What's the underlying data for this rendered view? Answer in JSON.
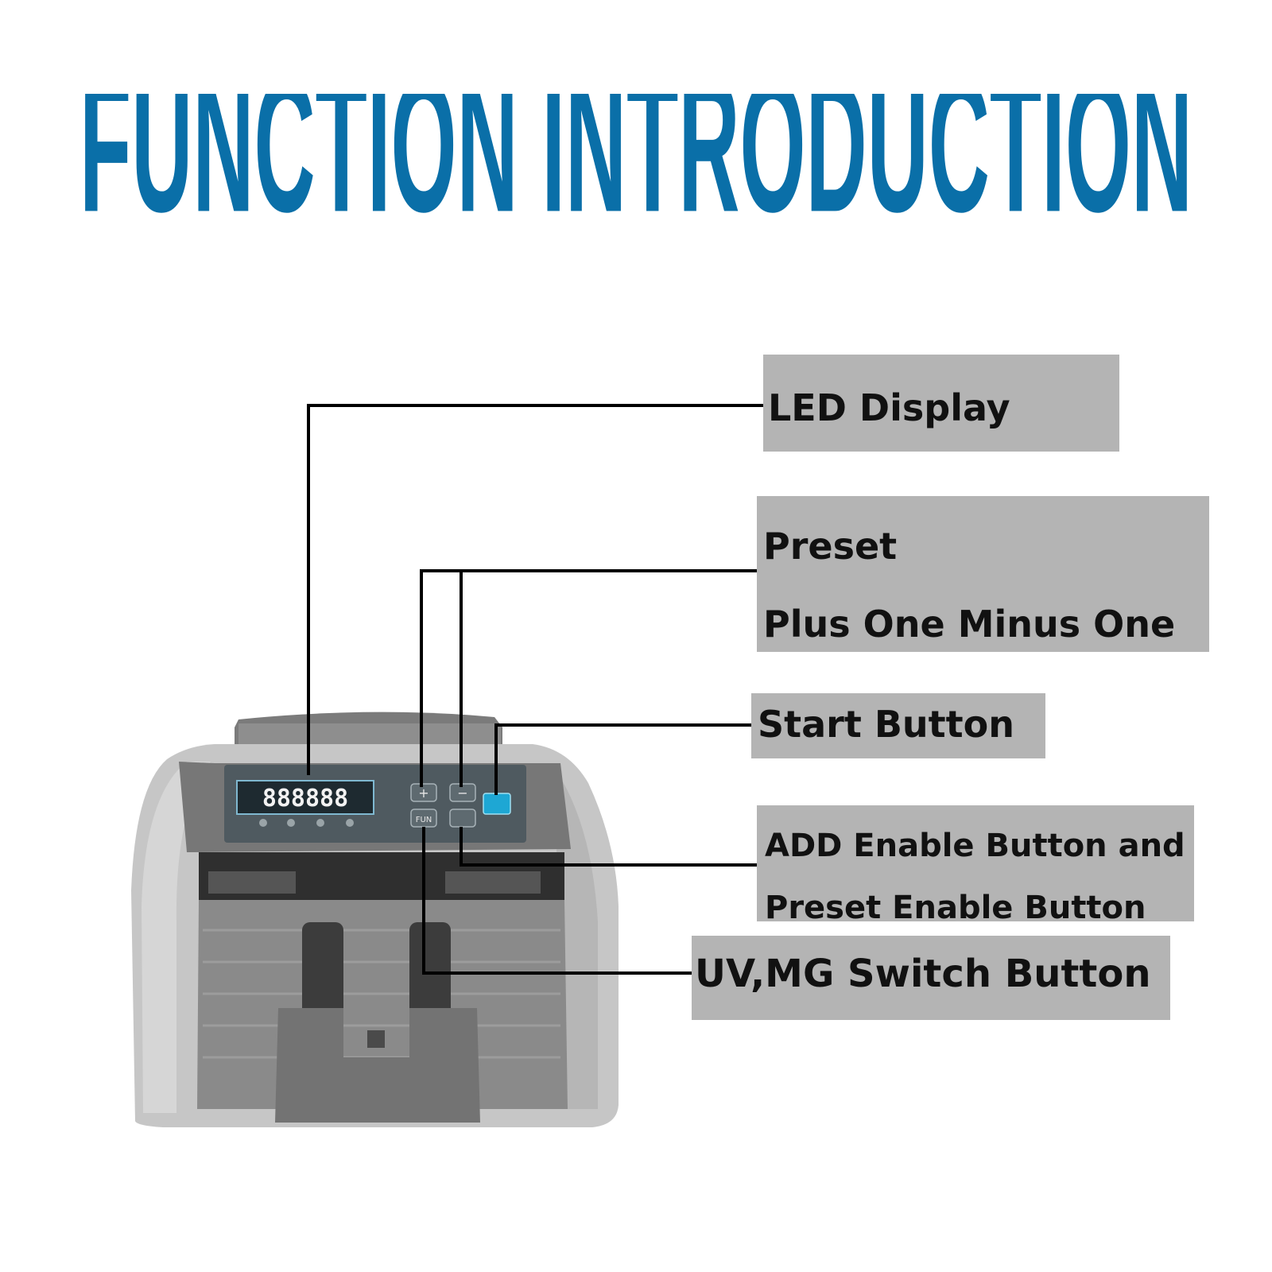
{
  "title": "FUNCTION INTRODUCTION",
  "colors": {
    "title_blue": "#0a6fa8",
    "label_bg": "#b4b4b4",
    "device_body": "#c4c4c4",
    "device_dark": "#6e6e6e",
    "start_button": "#1ea7d4"
  },
  "labels": {
    "led_display": "LED Display",
    "preset_line1": "Preset",
    "preset_line2": "Plus One Minus One",
    "start_button": "Start Button",
    "add_line1": "ADD Enable Button and",
    "add_line2": "Preset Enable Button",
    "uv_mg": "UV,MG Switch Button"
  },
  "device": {
    "display_digits": "888888",
    "plus_key": "+",
    "minus_key": "−",
    "fun_key": "FUN"
  }
}
